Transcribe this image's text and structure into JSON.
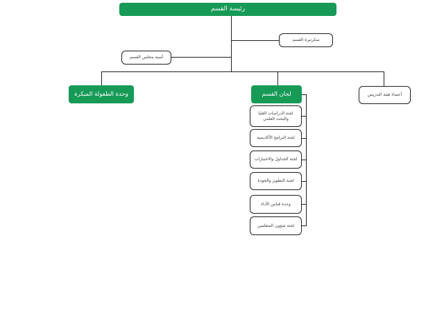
{
  "diagram": {
    "type": "org-chart",
    "direction": "rtl",
    "nodes": {
      "head": {
        "label": "رئيسة القسم"
      },
      "secretary": {
        "label": "سكرتيرة القسم"
      },
      "council_secretary": {
        "label": "أمينة مجلس القسم"
      },
      "early_childhood_unit": {
        "label": "وحدة الطفولة المبكرة"
      },
      "committees": {
        "label": "لجان القسم"
      },
      "faculty_members": {
        "label": "أعضاء هيئة التدريس"
      }
    },
    "committee_items": [
      {
        "label": "لجنة الدراسات العليا والبحث العلمي"
      },
      {
        "label": "لجنة البرامج الأكاديمية"
      },
      {
        "label": "لجنة الجداول والاختبارات"
      },
      {
        "label": "لجنة التطوير والجودة"
      },
      {
        "label": "وحدة قياس الأداء"
      },
      {
        "label": "لجنة شؤون المتعلمين"
      }
    ],
    "colors": {
      "accent_green": "#169a56",
      "connector_line": "#1f1f1f",
      "node_background": "#ffffff",
      "node_border": "#1f1f1f",
      "text_on_green": "#ffffff",
      "text_dark": "#3a3a3a"
    }
  }
}
